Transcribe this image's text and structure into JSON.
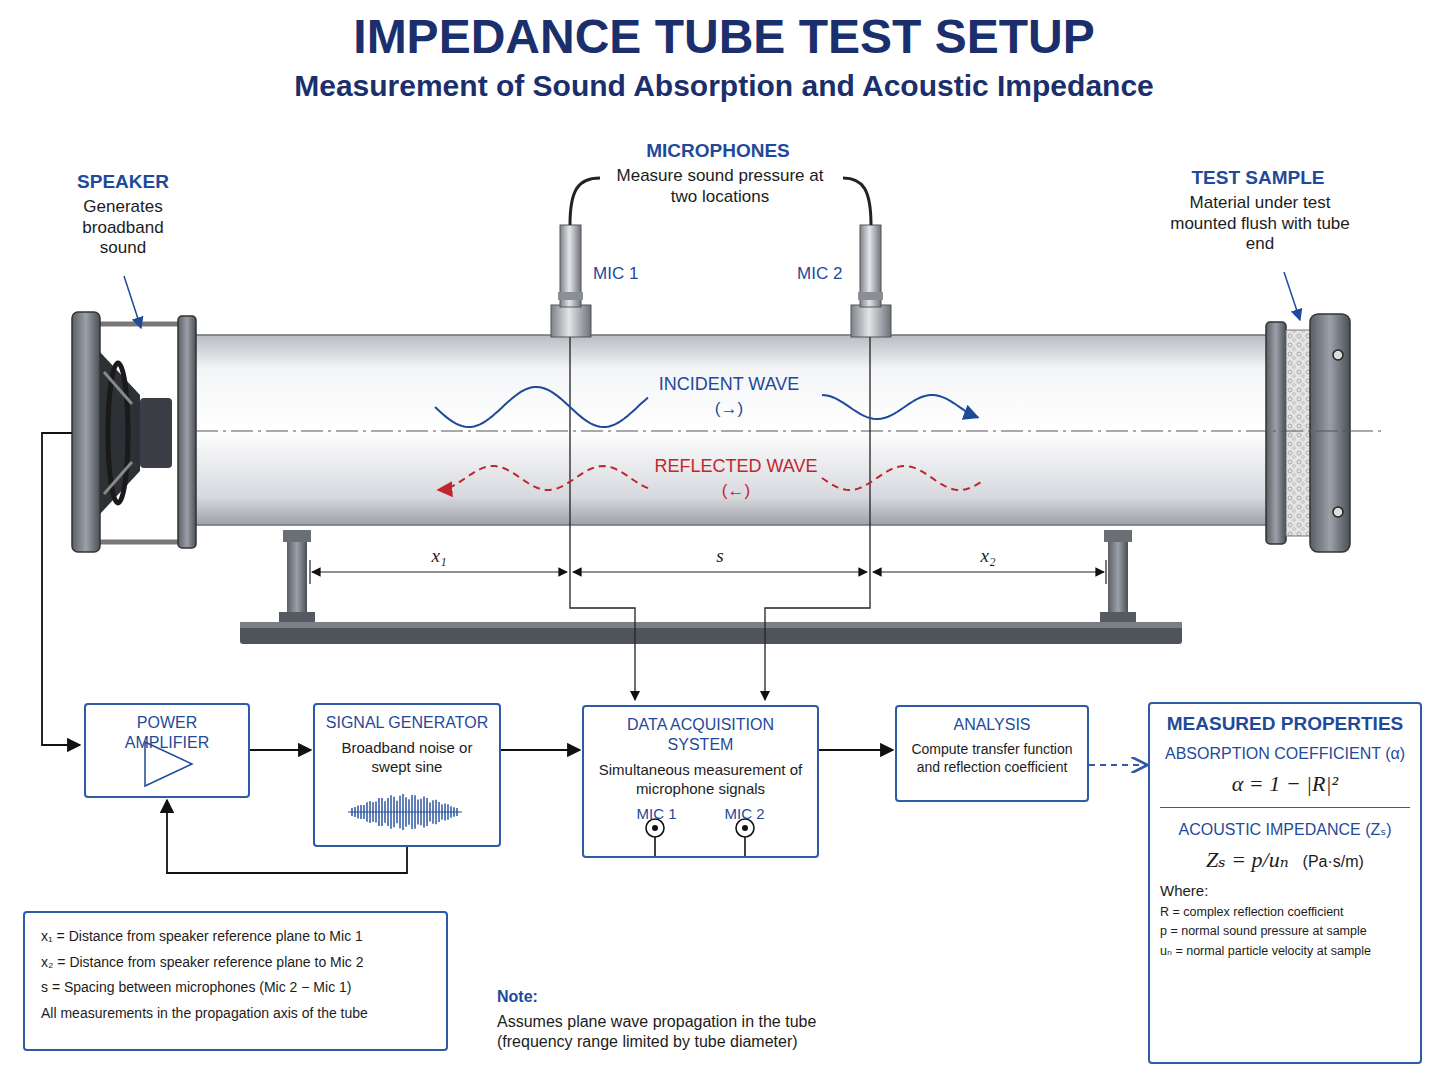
{
  "diagram": {
    "title": "IMPEDANCE TUBE TEST SETUP",
    "nodes": [
      {
        "text": [
          "POWER AMPLIFIER"
        ]
      },
      {
        "text": [
          "SIGNAL GENERATOR",
          "Broadband noise or swept sine"
        ]
      },
      {
        "text": [
          "DATA ACQUISITION SYSTEM",
          "Simultaneous measurement of microphone signals",
          "MIC 1",
          "MIC 2"
        ]
      },
      {
        "text": [
          "ANALYSIS",
          "Compute transfer function and reflection coefficient"
        ]
      },
      {
        "text": [
          "MEASURED PROPERTIES",
          "ABSORPTION COEFFICIENT (α)",
          "α = 1 − |R|²",
          "ACOUSTIC IMPEDANCE (Zₛ)",
          "Zₛ = p/uₙ",
          "(Pa·s/m)",
          "Where:",
          "R = complex reflection coefficient",
          "p = normal sound pressure at sample",
          "uₙ = normal particle velocity at sample"
        ]
      },
      {
        "text": [
          "x₁ = Distance from speaker reference plane to Mic 1",
          "x₂ = Distance from speaker reference plane to Mic 2",
          "s = Spacing between microphones (Mic 2 − Mic 1)",
          "All measurements in the propagation axis of the tube"
        ]
      }
    ],
    "edges": [
      {
        "from": 0,
        "to": 1,
        "arrow": "to"
      },
      {
        "from": 1,
        "to": 0,
        "arrow": "to"
      },
      {
        "from": 1,
        "to": 2,
        "arrow": "to"
      },
      {
        "from": 2,
        "to": 3,
        "arrow": "to"
      },
      {
        "from": 3,
        "to": 4,
        "arrow": "to"
      }
    ],
    "labels": [
      "Measurement of Sound Absorption and Acoustic Impedance",
      "SPEAKER",
      "Generates broadband sound",
      "MICROPHONES",
      "Measure sound pressure at two locations",
      "MIC 1",
      "MIC 2",
      "TEST SAMPLE",
      "Material under test mounted flush with tube end",
      "INCIDENT WAVE",
      "(→)",
      "REFLECTED WAVE",
      "(←)",
      "x₁",
      "s",
      "x₂",
      "Note:",
      "Assumes plane wave propagation in the tube (frequency range limited by tube diameter)"
    ]
  }
}
